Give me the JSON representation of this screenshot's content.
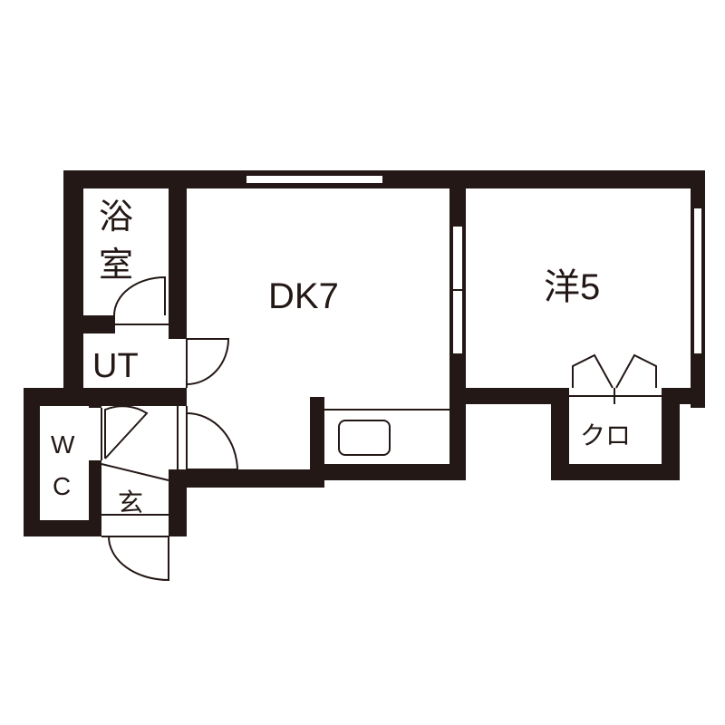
{
  "rooms": {
    "bath_line1": "浴",
    "bath_line2": "室",
    "dk": "DK7",
    "western": "洋5",
    "utility": "UT",
    "wc_line1": "W",
    "wc_line2": "C",
    "entrance": "玄",
    "closet": "クロ"
  },
  "colors": {
    "wall": "#231815",
    "background": "#ffffff"
  }
}
